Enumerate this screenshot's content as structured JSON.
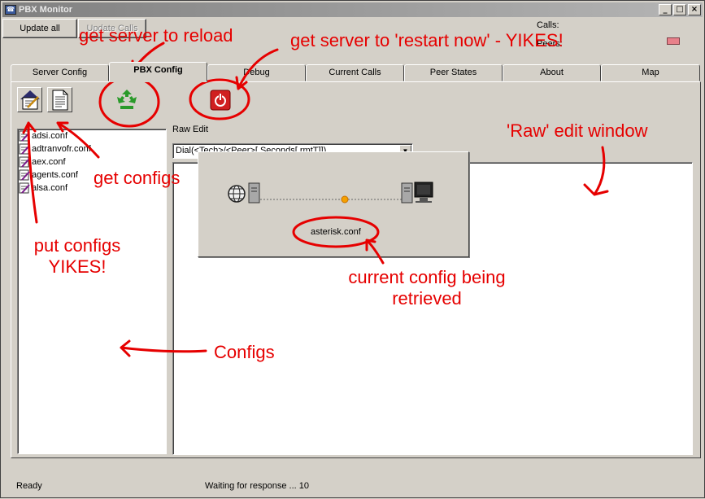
{
  "window": {
    "title": "PBX Monitor",
    "controls": [
      "_",
      "□",
      "×"
    ]
  },
  "toolbar": {
    "update_all": "Update all",
    "update_calls": "Update Calls",
    "calls_label": "Calls:",
    "peers_label": "Peers:"
  },
  "tabs": [
    "Server Config",
    "PBX Config",
    "Debug",
    "Current Calls",
    "Peer States",
    "About",
    "Map"
  ],
  "active_tab": "PBX Config",
  "pbx_config": {
    "raw_edit_label": "Raw Edit",
    "combo_value": "Dial(<Tech>/<Peer>[,Seconds[,rmtT]])",
    "files": [
      "adsi.conf",
      "adtranvofr.conf",
      "aex.conf",
      "agents.conf",
      "alsa.conf"
    ],
    "icons": [
      "put-configs-icon",
      "get-configs-icon",
      "reload-icon",
      "restart-now-icon"
    ]
  },
  "progress_dialog": {
    "file": "asterisk.conf",
    "icons": [
      "globe-icon",
      "server-icon",
      "computer-icon"
    ]
  },
  "status_bar": {
    "left": "Ready",
    "center": "Waiting for response ... 10"
  },
  "annotations": {
    "reload": "get server to reload",
    "restart": "get server to 'restart now' - YIKES!",
    "get_configs": "get configs",
    "put_configs_1": "put configs",
    "put_configs_2": "YIKES!",
    "raw_edit": "'Raw' edit window",
    "current_config_1": "current config being",
    "current_config_2": "retrieved",
    "configs": "Configs"
  },
  "colors": {
    "annotation": "#e60000",
    "window_bg": "#d4d0c8",
    "restart_button": "#d02020",
    "reload_icon": "#2a9a2a"
  }
}
